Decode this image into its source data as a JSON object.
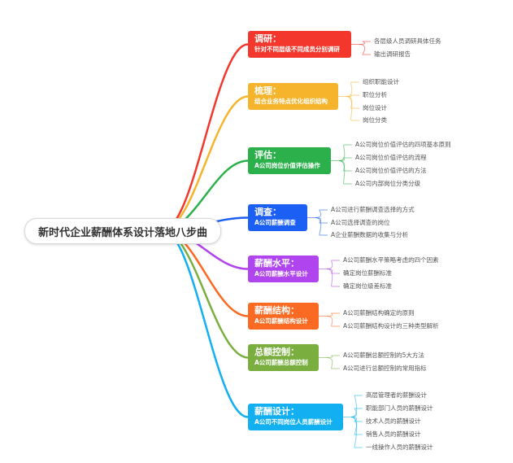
{
  "root": {
    "title": "新时代企业薪酬体系设计落地八步曲"
  },
  "branches": [
    {
      "title": "调研：",
      "subtitle": "针对不同层级不同成员分别调研",
      "color": "#f4372c",
      "children": [
        "各层级人员调研具体任务",
        "输出调研报告"
      ]
    },
    {
      "title": "梳理：",
      "subtitle": "结合业务特点优化组织结构",
      "color": "#f5b42c",
      "children": [
        "组织职能设计",
        "职位分析",
        "岗位设计",
        "岗位分类"
      ]
    },
    {
      "title": "评估：",
      "subtitle": "A公司岗位价值评估操作",
      "color": "#2bb04b",
      "children": [
        "A公司岗位价值评估的四项基本原则",
        "A公司岗位价值评估的流程",
        "A公司岗位价值评估的方法",
        "A公司内部岗位分类分级"
      ]
    },
    {
      "title": "调查：",
      "subtitle": "A公司薪酬调查",
      "color": "#1c5ff4",
      "children": [
        "A公司进行薪酬调查选择的方式",
        "A公司选择调查的岗位",
        "A企业薪酬数据的收集与分析"
      ]
    },
    {
      "title": "薪酬水平：",
      "subtitle": "A公司薪酬水平设计",
      "color": "#b045ef",
      "children": [
        "A公司薪酬水平策略考虑的四个因素",
        "确定岗位薪酬标准",
        "确定岗位级差标准"
      ]
    },
    {
      "title": "薪酬结构：",
      "subtitle": "A公司薪酬结构设计",
      "color": "#fa6a22",
      "children": [
        "A公司薪酬结构确定的原则",
        "A公司薪酬结构设计的三种类型解析"
      ]
    },
    {
      "title": "总额控制：",
      "subtitle": "A公司薪酬总额控制",
      "color": "#7aaf40",
      "children": [
        "A公司薪酬总额控制的5大方法",
        "A公司进行总额控制的常用指标"
      ]
    },
    {
      "title": "薪酬设计：",
      "subtitle": "A公司不同岗位人员薪酬设计",
      "color": "#12b0f1",
      "children": [
        "高层管理者的薪酬设计",
        "职能部门人员的薪酬设计",
        "技术人员的薪酬设计",
        "销售人员的薪酬设计",
        "一线操作人员的薪酬设计"
      ]
    }
  ]
}
